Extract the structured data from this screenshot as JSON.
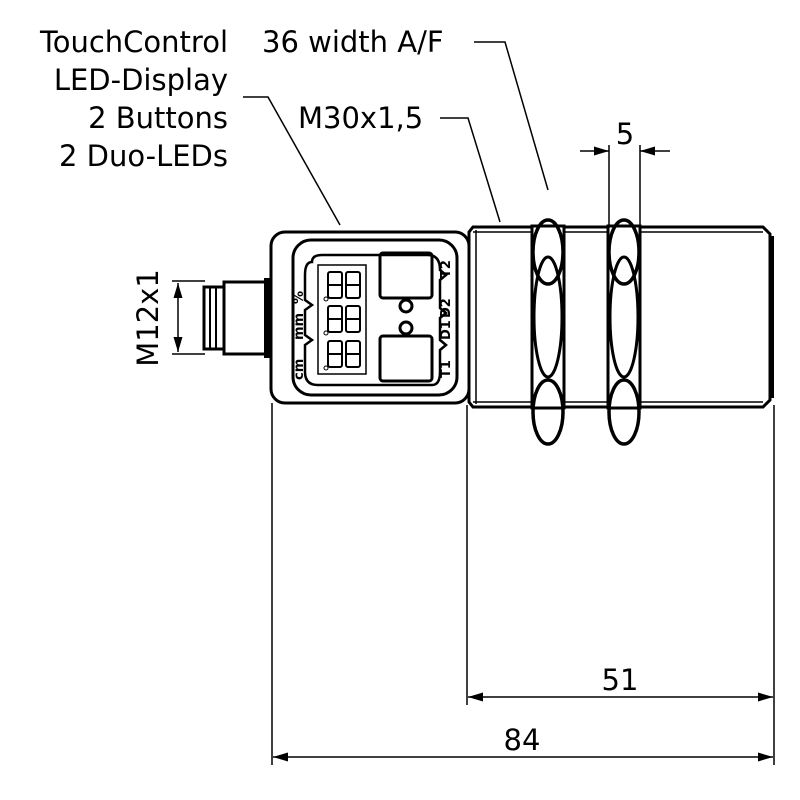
{
  "labels": {
    "features": [
      "TouchControl",
      "LED-Display",
      "2 Buttons",
      "2 Duo-LEDs"
    ],
    "hex_width": "36 width A/F",
    "thread": "M30x1,5",
    "connector_thread": "M12x1"
  },
  "dimensions": {
    "nut_thickness": "5",
    "barrel_length": "51",
    "total_length": "84"
  },
  "display": {
    "unit_labels": [
      "cm",
      "mm",
      "%"
    ],
    "button_labels": [
      "T1",
      "D1",
      "D2",
      "T2"
    ]
  }
}
